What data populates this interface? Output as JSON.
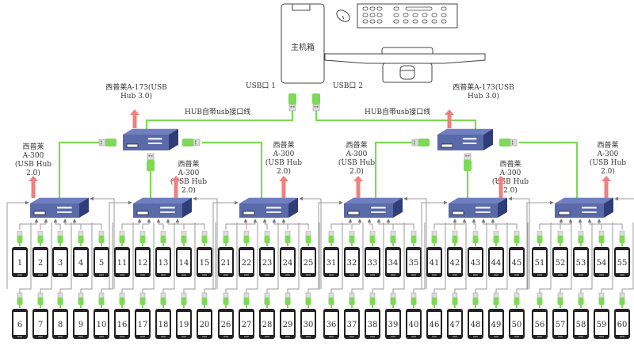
{
  "computer": {
    "case_label": "主机箱",
    "usb_port_1": "USB口 1",
    "usb_port_2": "USB口 2"
  },
  "cable_label": "HUB自带usb接口线",
  "hub3": {
    "label_line1": "西普莱A-173(USB",
    "label_line2": "Hub 3.0)"
  },
  "hub2": {
    "label_lines": [
      "西普莱",
      "A-300",
      "(USB Hub",
      "2.0)"
    ]
  },
  "colors": {
    "hub_face": "#5a6aa8",
    "hub_top": "#6f7fbf",
    "hub_side": "#2f3d78",
    "cable_green": "#7ed957",
    "arrow_red": "#f08080",
    "wire_gray": "#9a9a9a"
  },
  "groups": [
    {
      "top": [
        "1",
        "2",
        "3",
        "4",
        "5"
      ],
      "bottom": [
        "6",
        "7",
        "8",
        "9",
        "10"
      ]
    },
    {
      "top": [
        "11",
        "12",
        "13",
        "14",
        "15"
      ],
      "bottom": [
        "16",
        "17",
        "18",
        "19",
        "20"
      ]
    },
    {
      "top": [
        "21",
        "22",
        "23",
        "24",
        "25"
      ],
      "bottom": [
        "26",
        "27",
        "28",
        "29",
        "30"
      ]
    },
    {
      "top": [
        "31",
        "32",
        "33",
        "34",
        "35"
      ],
      "bottom": [
        "36",
        "37",
        "38",
        "39",
        "40"
      ]
    },
    {
      "top": [
        "41",
        "42",
        "43",
        "44",
        "45"
      ],
      "bottom": [
        "46",
        "47",
        "48",
        "49",
        "50"
      ]
    },
    {
      "top": [
        "51",
        "52",
        "53",
        "54",
        "55"
      ],
      "bottom": [
        "56",
        "57",
        "58",
        "59",
        "60"
      ]
    }
  ]
}
